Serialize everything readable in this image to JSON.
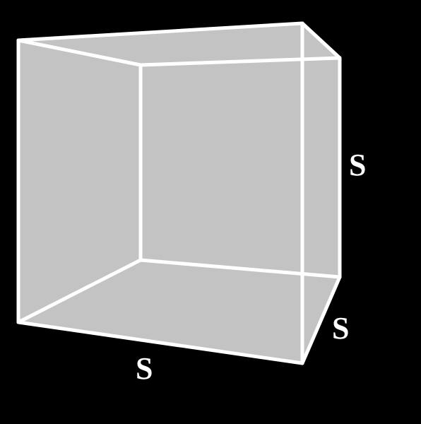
{
  "diagram": {
    "type": "cube",
    "colors": {
      "background": "#000000",
      "face": "#c3c3c3",
      "edge": "#ffffff",
      "label": "#ffffff"
    },
    "labels": {
      "bottom_edge": "S",
      "right_height": "S",
      "right_depth": "S"
    }
  }
}
